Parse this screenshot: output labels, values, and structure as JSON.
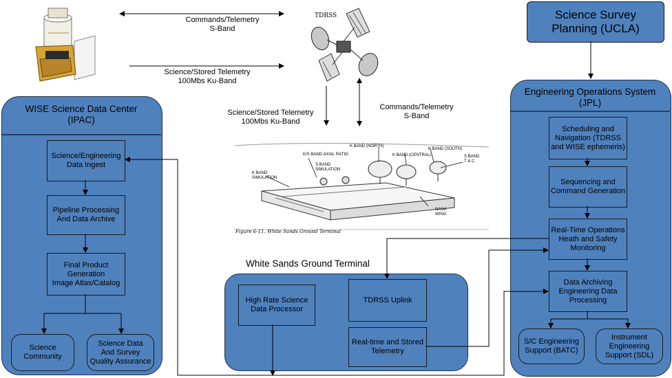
{
  "top_links": {
    "commands_telemetry_sband": "Commands/Telemetry\nS-Band",
    "science_stored_kuband": "Science/Stored Telemetry\n100Mbs Ku-Band",
    "science_stored_kuband_down": "Science/Stored Telemetry\n100Mbs Ku-Band",
    "commands_telemetry_sband_down": "Commands/Telemetry\nS-Band"
  },
  "tdrss_label": "TDRSS",
  "science_survey_planning": "Science Survey\nPlanning (UCLA)",
  "wise_center": {
    "title": "WISE Science Data Center\n(IPAC)",
    "ingest": "Science/Engineering\nData Ingest",
    "pipeline": "Pipeline Processing\nAnd Data Archive",
    "final": "Final Product\nGeneration\nImage Atlas/Catalog",
    "community": "Science\nCommunity",
    "qa": "Science Data\nAnd Survey\nQuality Assurance"
  },
  "jpl": {
    "title": "Engineering Operations System\n(JPL)",
    "scheduling": "Scheduling and\nNavigation (TDRSS\nand WISE ephemeris)",
    "sequencing": "Sequencing and\nCommand Generation",
    "realtime": "Real-Time Operations\nHeath and Safety\nMonitoring",
    "archiving": "Data Archiving\nEngineering Data\nProcessing",
    "sc_support": "S/C Engineering\nSupport (BATC)",
    "instrument_support": "Instrument\nEngineering\nSupport (SDL)"
  },
  "white_sands": {
    "title": "White Sands Ground Terminal",
    "hrsdp": "High Rate Science\nData Processor",
    "uplink": "TDRSS Uplink",
    "realtime_stored": "Real-time and Stored\nTelemetry"
  },
  "ground_terminal_drawing": {
    "labels": [
      "K BAND (NORTH)",
      "K/S BAND AXIAL RATIO",
      "S BAND\nSIMULATION",
      "K BAND (SOUTH)",
      "K BAND (CENTRAL)",
      "S BAND\nT & C",
      "K BAND\nSIMULATION",
      "NASA\nWING"
    ],
    "caption": "Figure 6-11.  White Sands Ground Terminal"
  }
}
